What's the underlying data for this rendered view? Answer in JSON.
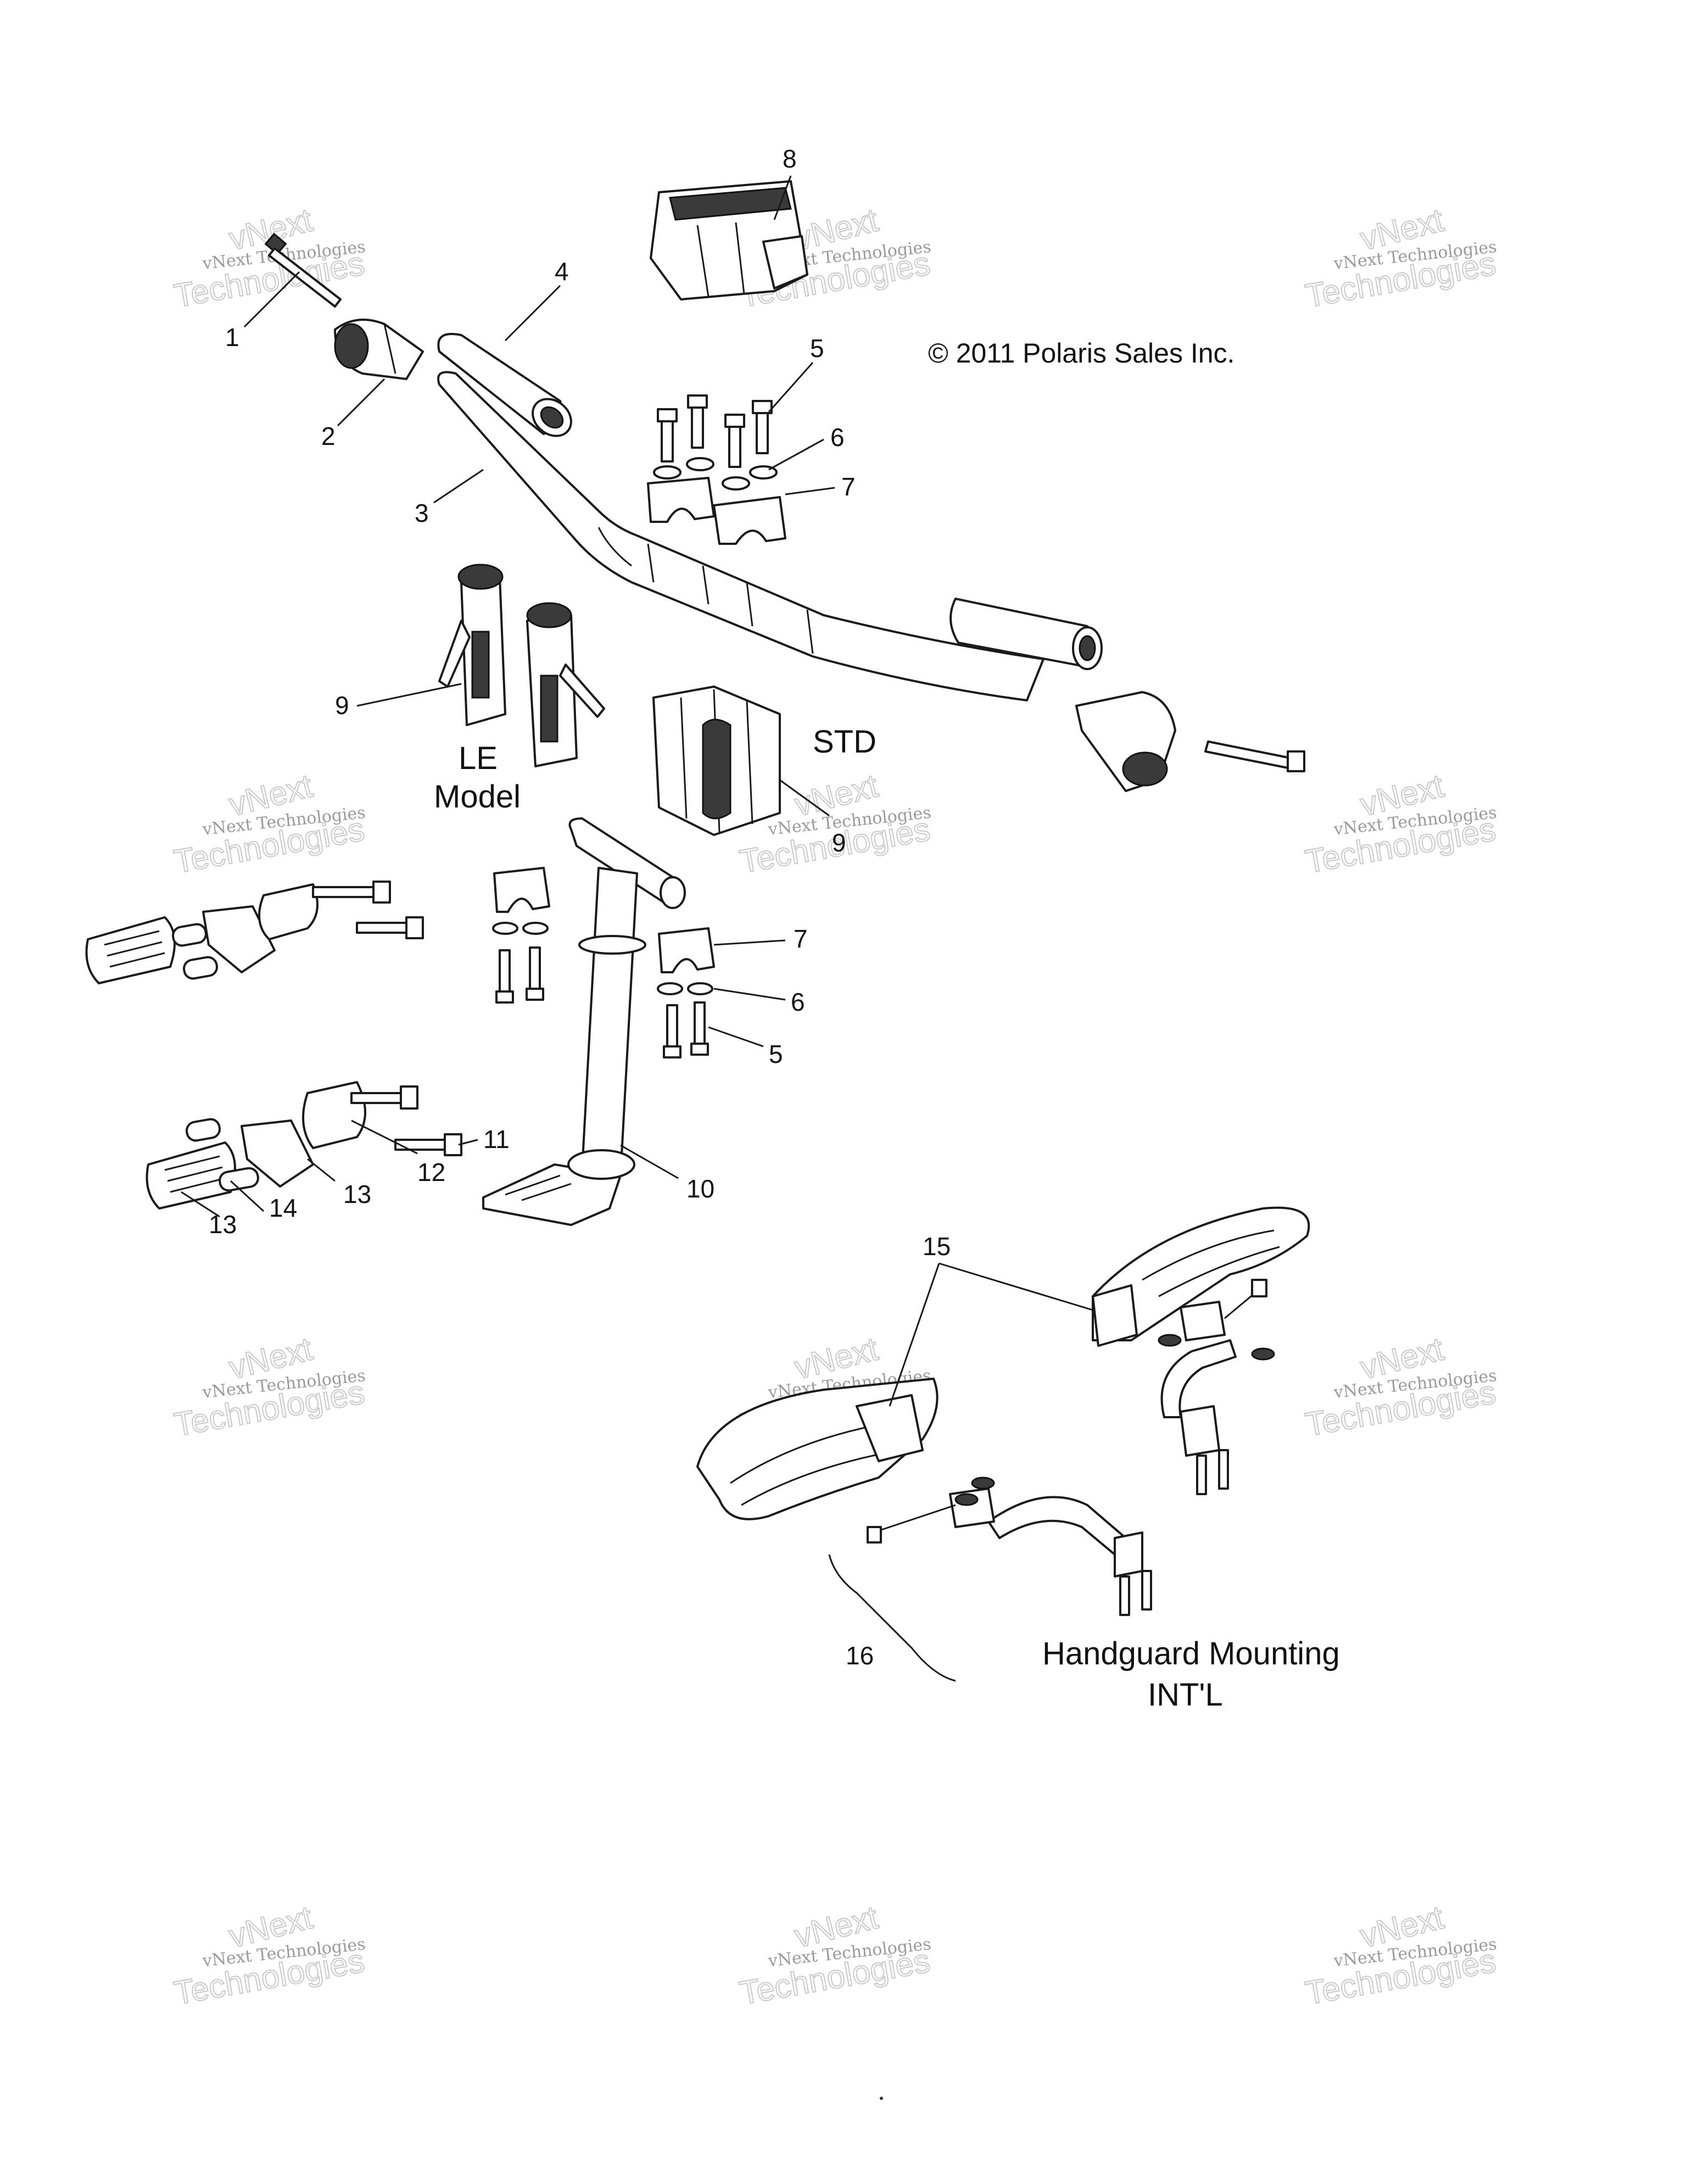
{
  "copyright": "© 2011 Polaris Sales Inc.",
  "labels": {
    "le_line1": "LE",
    "le_line2": "Model",
    "std": "STD",
    "handguard_line1": "Handguard Mounting",
    "handguard_line2": "INT'L"
  },
  "watermark": {
    "line1": "vNext Technologies",
    "line2": "Technologies",
    "overlay": "vNext"
  },
  "callouts": [
    {
      "id": "c1",
      "num": "1"
    },
    {
      "id": "c2",
      "num": "2"
    },
    {
      "id": "c3",
      "num": "3"
    },
    {
      "id": "c4",
      "num": "4"
    },
    {
      "id": "c5a",
      "num": "5"
    },
    {
      "id": "c6a",
      "num": "6"
    },
    {
      "id": "c7a",
      "num": "7"
    },
    {
      "id": "c8",
      "num": "8"
    },
    {
      "id": "c9a",
      "num": "9"
    },
    {
      "id": "c9b",
      "num": "9"
    },
    {
      "id": "c7b",
      "num": "7"
    },
    {
      "id": "c6b",
      "num": "6"
    },
    {
      "id": "c5b",
      "num": "5"
    },
    {
      "id": "c11",
      "num": "11"
    },
    {
      "id": "c10",
      "num": "10"
    },
    {
      "id": "c12",
      "num": "12"
    },
    {
      "id": "c13a",
      "num": "13"
    },
    {
      "id": "c14",
      "num": "14"
    },
    {
      "id": "c13b",
      "num": "13"
    },
    {
      "id": "c15",
      "num": "15"
    },
    {
      "id": "c16",
      "num": "16"
    }
  ]
}
